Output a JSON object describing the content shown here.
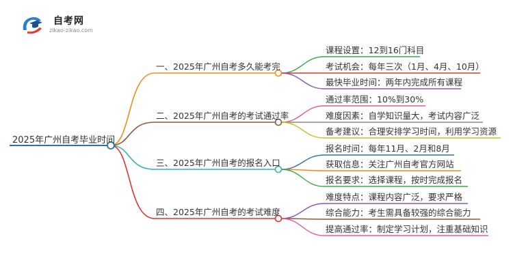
{
  "logo": {
    "title": "自考网",
    "subtitle": "zikao-zikao.com"
  },
  "root": {
    "label": "2025年广州自考毕业时间",
    "color": "#2e6fae"
  },
  "branches": [
    {
      "label": "一、2025年广州自考多久能考完",
      "color": "#f08c1c",
      "children": [
        {
          "label": "课程设置：12到16门科目",
          "color": "#3aa64a"
        },
        {
          "label": "考试机会：每年三次（1月、4月、10月）",
          "color": "#d9362b"
        },
        {
          "label": "最快毕业时间：两年内完成所有课程",
          "color": "#8a55b8"
        }
      ]
    },
    {
      "label": "二、2025年广州自考的考试通过率",
      "color": "#8b5a3c",
      "children": [
        {
          "label": "通过率范围：10%到30%",
          "color": "#e45a9a"
        },
        {
          "label": "难度因素：自学知识量大，考试内容广泛",
          "color": "#8a8a8a"
        },
        {
          "label": "备考建议：合理安排学习时间，利用学习资源",
          "color": "#c7c21a"
        }
      ]
    },
    {
      "label": "三、2025年广州自考的报名入口",
      "color": "#2fb5b0",
      "children": [
        {
          "label": "报名时间：每年11月、2月和8月",
          "color": "#2f6fb3"
        },
        {
          "label": "获取信息：关注广州自考官方网站",
          "color": "#f08c1c"
        },
        {
          "label": "报名要求：选择课程，按时完成报名",
          "color": "#3aa64a"
        }
      ]
    },
    {
      "label": "四、2025年广州自考的考试难度",
      "color": "#d9362b",
      "children": [
        {
          "label": "难度特点：课程内容广泛，要求严格",
          "color": "#8a55b8"
        },
        {
          "label": "综合能力：考生需具备较强的综合能力",
          "color": "#8b5a3c"
        },
        {
          "label": "提高通过率：制定学习计划，注重基础知识",
          "color": "#e45a9a"
        }
      ]
    }
  ]
}
